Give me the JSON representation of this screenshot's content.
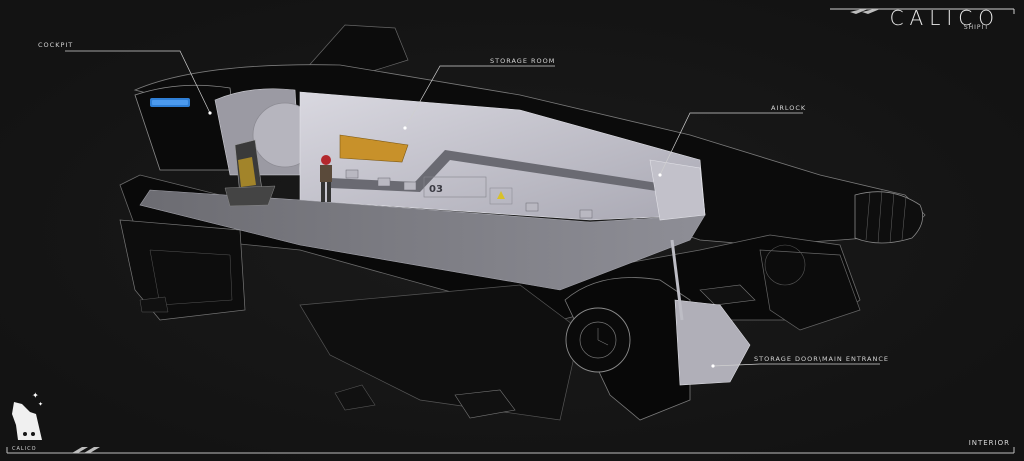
{
  "brand": {
    "name": "CALICO",
    "model": "SHIPIT"
  },
  "footer": {
    "view_label": "INTERIOR"
  },
  "logo": {
    "text": "CALICO",
    "icon": "wolf-howling-icon"
  },
  "callouts": [
    {
      "id": "cockpit",
      "label": "COCKPIT"
    },
    {
      "id": "storage-room",
      "label": "STORAGE ROOM"
    },
    {
      "id": "airlock",
      "label": "AIRLOCK"
    },
    {
      "id": "storage-door",
      "label": "STORAGE DOOR\\MAIN ENTRANCE"
    }
  ],
  "interior_panel": {
    "bay_number": "03"
  },
  "colors": {
    "background": "#161616",
    "hull": "#0b0b0b",
    "hull_lines": "#8a8a8a",
    "interior": "#c9c8d2",
    "accent_yellow": "#c8912a",
    "screen_blue": "#2f7fd6",
    "figure_red": "#b3282d"
  }
}
